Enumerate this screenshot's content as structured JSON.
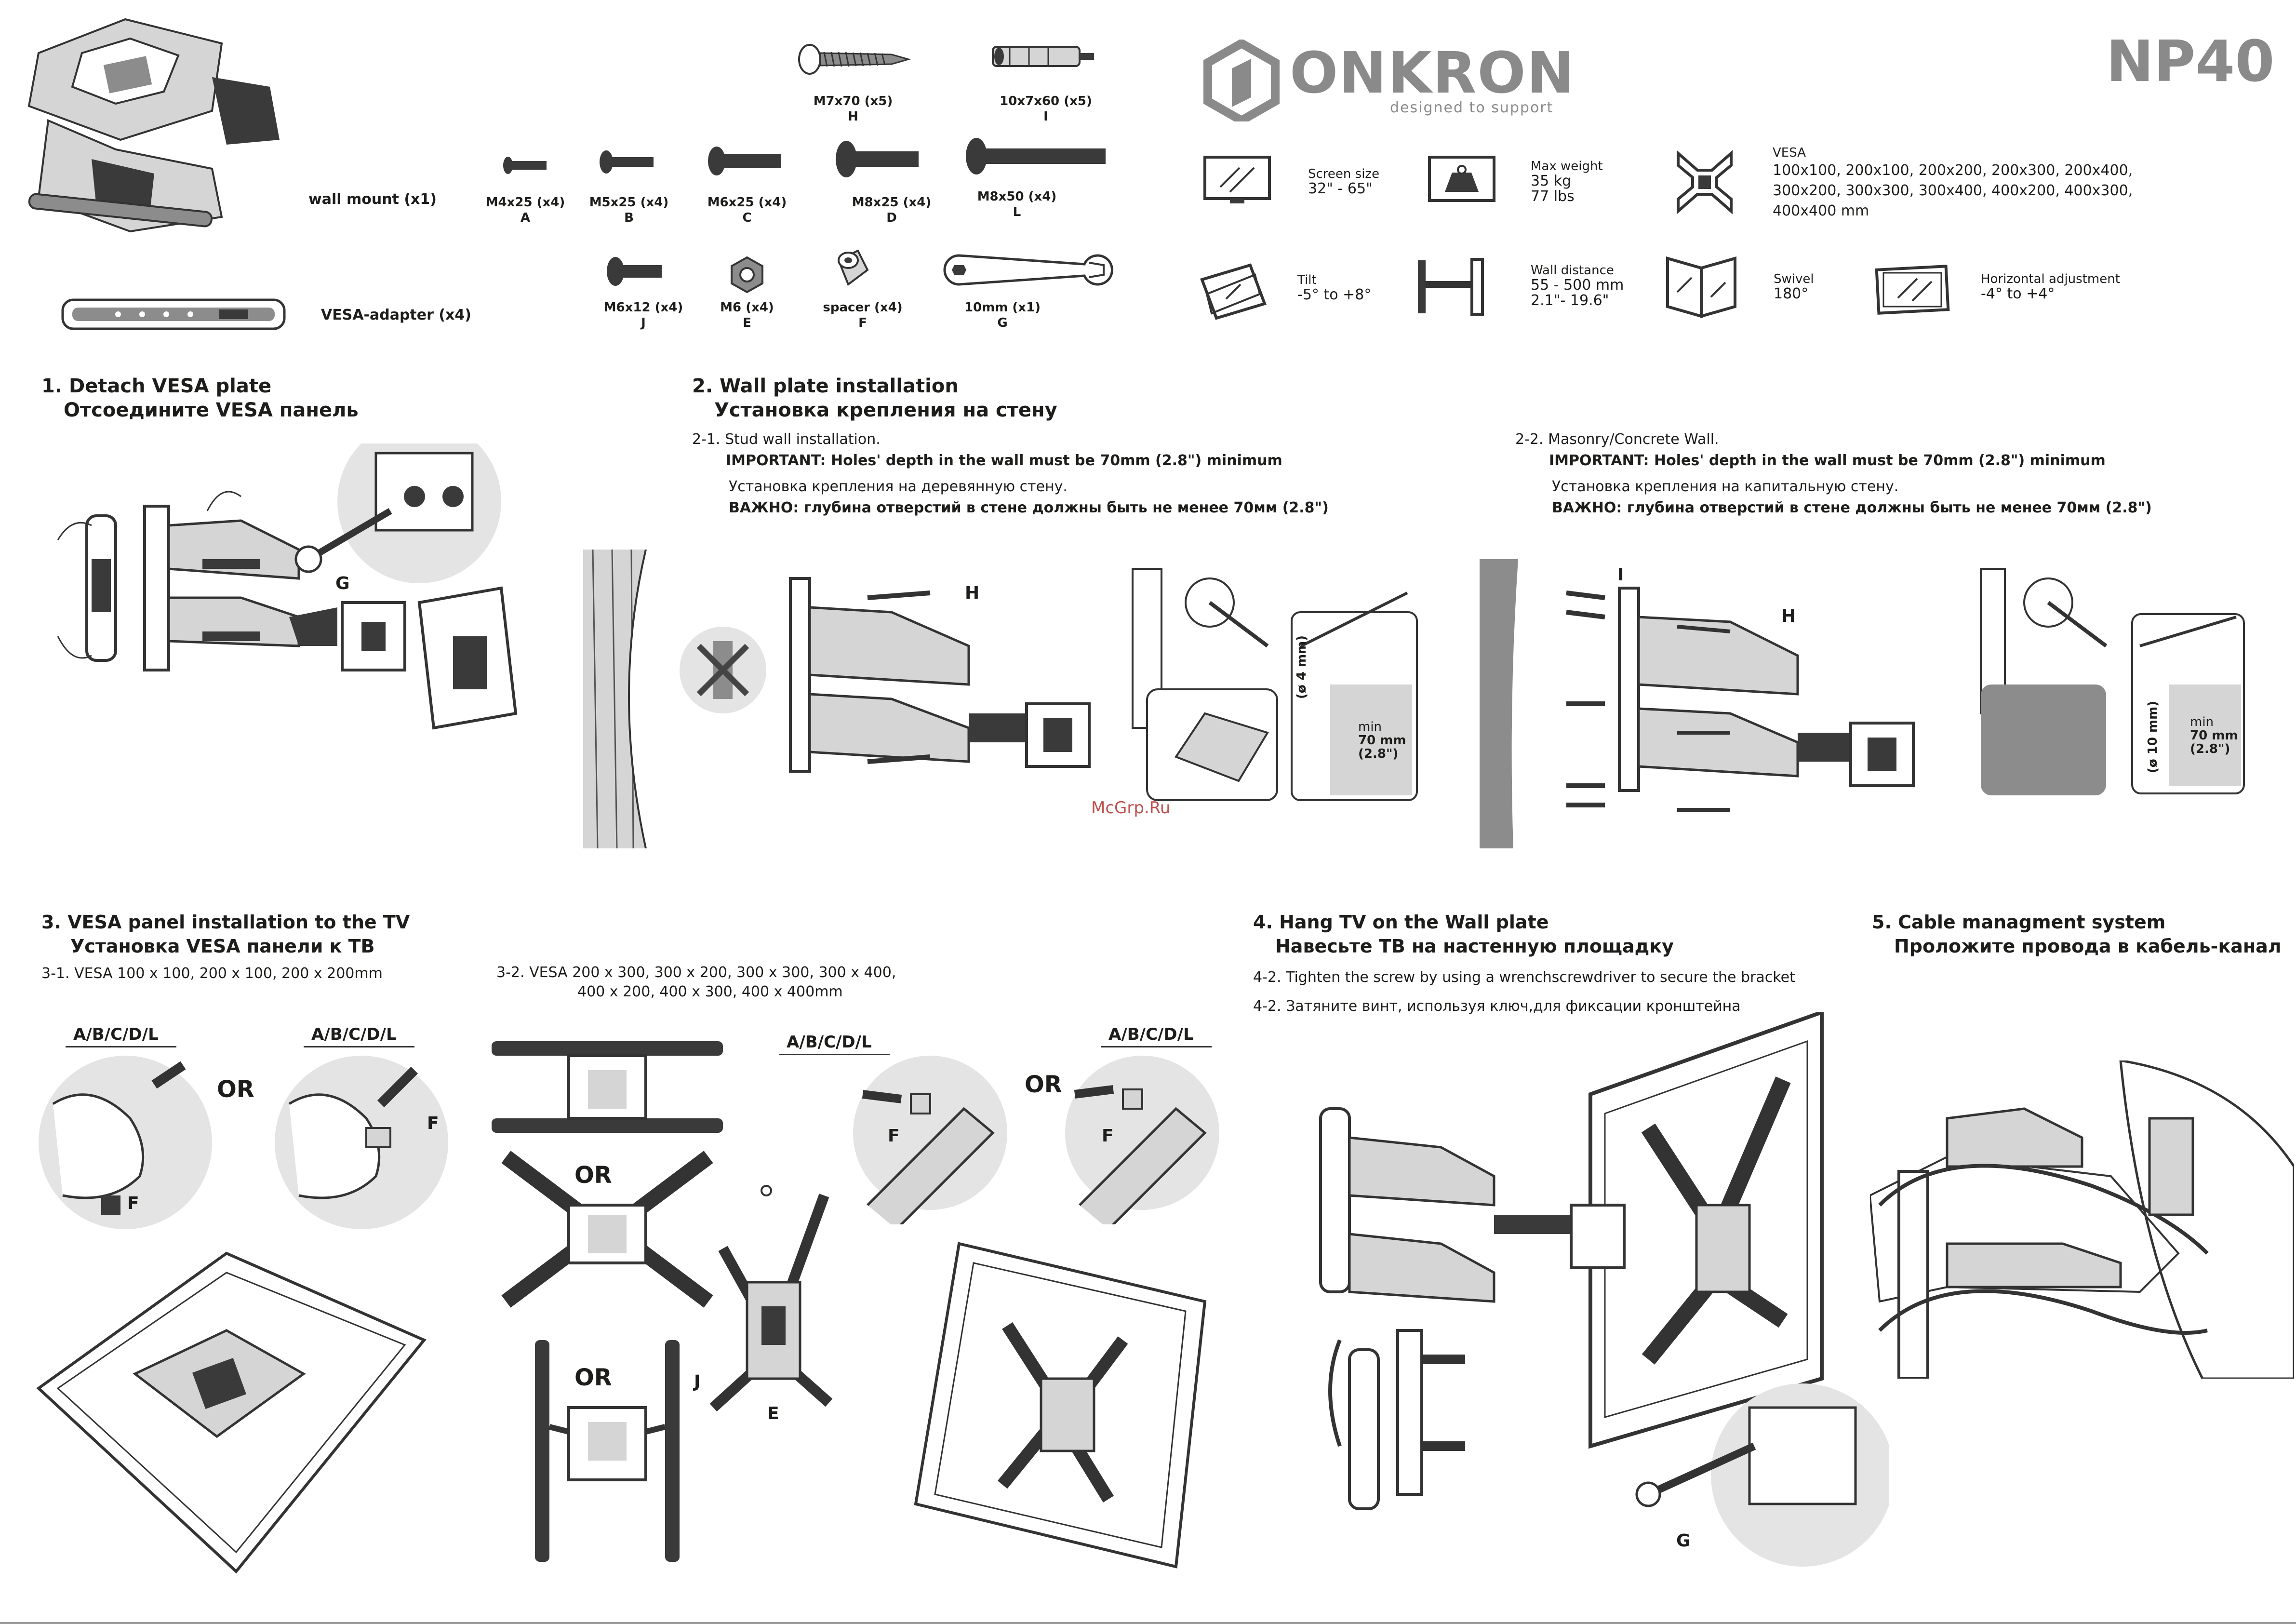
{
  "brand": {
    "name": "ONKRON",
    "tagline": "designed to support",
    "model": "NP40"
  },
  "parts": {
    "wall_mount": "wall mount (x1)",
    "vesa_adapter": "VESA-adapter (x4)",
    "screws_row1": [
      {
        "size": "M7x70  (x5)",
        "code": "H"
      },
      {
        "size": "10x7x60 (x5)",
        "code": "I"
      }
    ],
    "screws_row2": [
      {
        "size": "M4x25 (x4)",
        "code": "A"
      },
      {
        "size": "M5x25 (x4)",
        "code": "B"
      },
      {
        "size": "M6x25 (x4)",
        "code": "C"
      },
      {
        "size": "M8x25 (x4)",
        "code": "D"
      },
      {
        "size": "M8x50 (x4)",
        "code": "L"
      }
    ],
    "screws_row3": [
      {
        "size": "M6x12 (x4)",
        "code": "J"
      },
      {
        "size": "M6 (x4)",
        "code": "E"
      },
      {
        "size": "spacer (x4)",
        "code": "F"
      },
      {
        "size": "10mm (x1)",
        "code": "G"
      }
    ]
  },
  "specs": {
    "screen_size": {
      "label": "Screen size",
      "value": "32\" - 65\""
    },
    "max_weight": {
      "label": "Max weight",
      "value1": "35 kg",
      "value2": "77 lbs"
    },
    "vesa": {
      "label": "VESA",
      "line1": "100x100, 200x100, 200x200, 200x300, 200x400,",
      "line2": "300x200, 300x300, 300x400,  400x200, 400x300,",
      "line3": "400x400 mm"
    },
    "tilt": {
      "label": "Tilt",
      "value": "-5° to +8°"
    },
    "wall_distance": {
      "label": "Wall distance",
      "value1": "55 - 500 mm",
      "value2": "2.1\"- 19.6\""
    },
    "swivel": {
      "label": "Swivel",
      "value": "180°"
    },
    "horizontal": {
      "label": "Horizontal adjustment",
      "value": "-4° to +4°"
    }
  },
  "step1": {
    "title_en": "1. Detach VESA plate",
    "title_ru": "Отсоедините VESA панель",
    "tool": "G"
  },
  "step2": {
    "title_en": "2. Wall plate installation",
    "title_ru": "Установка крепления на стену",
    "stud": {
      "head": "2-1. Stud wall installation.",
      "important_en": "IMPORTANT: Holes' depth in the wall must be 70mm (2.8\") minimum",
      "ru_line": "Установка крепления на деревянную стену.",
      "important_ru": "ВАЖНО: глубина отверстий в стене должны быть не менее 70мм (2.8\")",
      "screw": "H",
      "drill": "(ø 4 mm)",
      "min": "min",
      "depth": "70 mm",
      "depth_in": "(2.8\")"
    },
    "masonry": {
      "head": "2-2. Masonry/Concrete Wall.",
      "important_en": "IMPORTANT: Holes' depth in the wall must be 70mm (2.8\") minimum",
      "ru_line": "Установка крепления на капитальную стену.",
      "important_ru": "ВАЖНО: глубина отверстий в стене должны быть не менее 70мм (2.8\")",
      "anchor": "I",
      "screw": "H",
      "drill": "(ø 10 mm)",
      "min": "min",
      "depth": "70 mm",
      "depth_in": "(2.8\")"
    },
    "watermark": "McGrp.Ru"
  },
  "step3": {
    "title_en": "3. VESA panel installation to the TV",
    "title_ru": "Установка VESA панели к ТВ",
    "sub1": "3-1. VESA 100 x 100, 200 x 100, 200 x 200mm",
    "sub2_line1": "3-2. VESA 200 x 300, 300 x 200, 300 x 300,  300 x 400,",
    "sub2_line2": "400 x 200, 400 x 300, 400 x 400mm",
    "screws_code": "A/B/C/D/L",
    "or": "OR",
    "spacer": "F",
    "j": "J",
    "e": "E"
  },
  "step4": {
    "title_en": "4. Hang TV on the Wall plate",
    "title_ru": "Навесьте ТВ на настенную площадку",
    "line_en": "4-2. Tighten the screw by using a wrenchscrewdriver to secure the bracket",
    "line_ru": "4-2. Затяните винт, используя ключ,для фиксации кронштейна",
    "tool": "G"
  },
  "step5": {
    "title_en": "5. Cable managment system",
    "title_ru": "Проложите провода в кабель-канал"
  }
}
